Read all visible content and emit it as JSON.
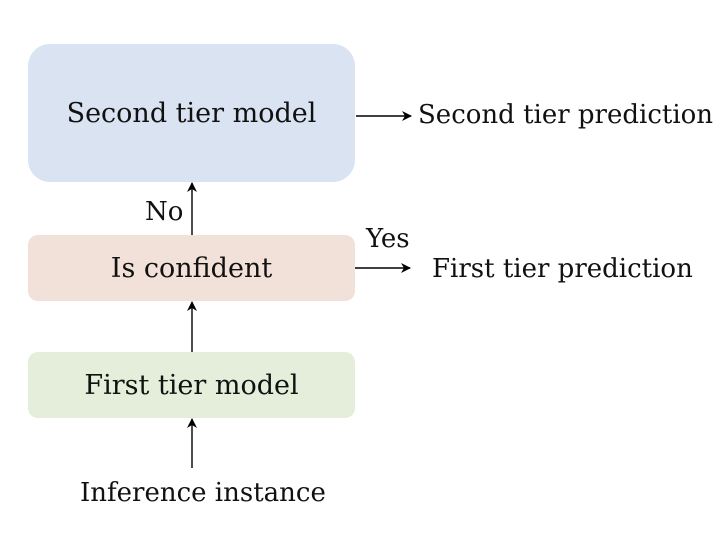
{
  "boxes": {
    "second_tier": {
      "label": "Second tier model",
      "color": "#d9e3f2"
    },
    "confident": {
      "label": "Is confident",
      "color": "#f2e1d8"
    },
    "first_tier": {
      "label": "First tier model",
      "color": "#e4eedb"
    }
  },
  "outputs": {
    "second_tier_prediction": "Second tier prediction",
    "first_tier_prediction": "First tier prediction"
  },
  "edges": {
    "no": "No",
    "yes": "Yes"
  },
  "input": {
    "label": "Inference instance"
  },
  "colors": {
    "arrow": "#000000",
    "text": "#111111"
  }
}
